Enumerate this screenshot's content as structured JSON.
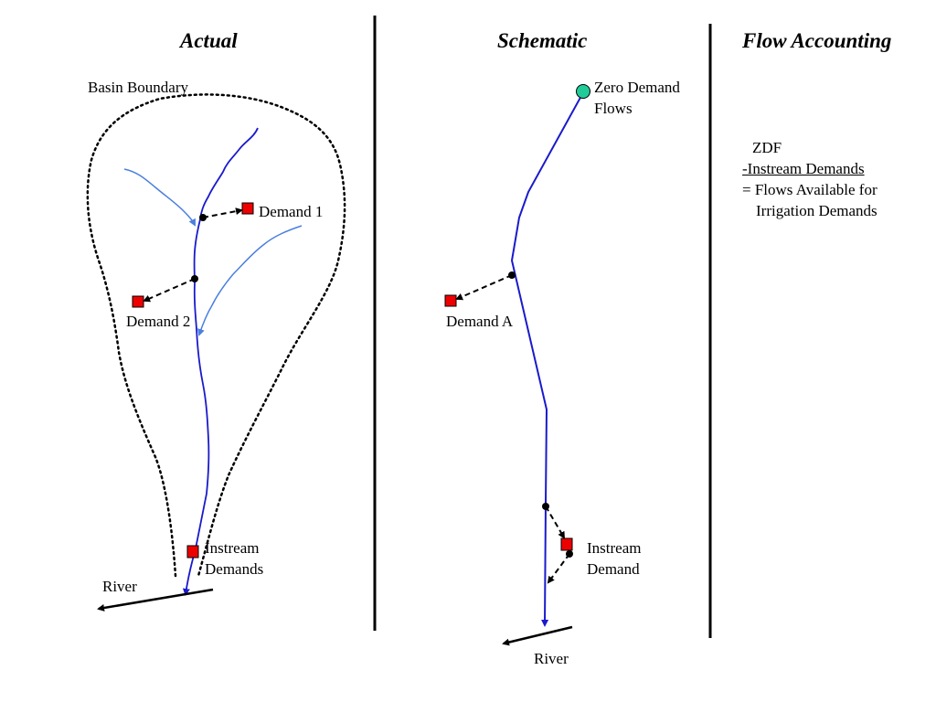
{
  "headers": {
    "actual": "Actual",
    "schematic": "Schematic",
    "flow_accounting": "Flow Accounting"
  },
  "actual": {
    "basin_boundary": "Basin Boundary",
    "demand_1": "Demand 1",
    "demand_2": "Demand 2",
    "instream_line1": "Instream",
    "instream_line2": "Demands",
    "river": "River"
  },
  "schematic": {
    "zero_demand_line1": "Zero Demand",
    "zero_demand_line2": "Flows",
    "demand_a": "Demand A",
    "instream_line1": "Instream",
    "instream_line2": "Demand",
    "river": "River"
  },
  "flow_accounting": {
    "line1": "ZDF",
    "line2": "-Instream Demands",
    "line3": "= Flows Available for",
    "line4": "Irrigation Demands"
  },
  "colors": {
    "river_main": "#1a1acc",
    "tributary": "#4a7fe0",
    "demand_node": "#ee0000",
    "zdf_node": "#22cc99"
  }
}
